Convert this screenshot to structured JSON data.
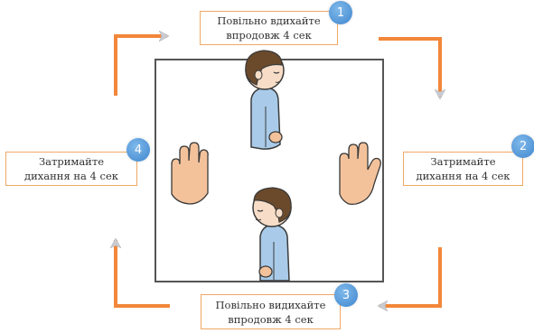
{
  "steps": [
    {
      "number": "1",
      "text": "Повільно вдихайте\nвпродовж 4 сек"
    },
    {
      "number": "2",
      "text": "Затримайте\nдихання на 4 сек"
    },
    {
      "number": "3",
      "text": "Повільно видихайте\nвпродовж 4 сек"
    },
    {
      "number": "4",
      "text": "Затримайте\nдихання на 4 сек"
    }
  ],
  "colors": {
    "arrow": "#f2873a",
    "badge": "#4a8fd4",
    "box_border": "#f0a866",
    "shirt": "#a9cbe9",
    "hair": "#6b4a2b",
    "hand": "#f3c29b"
  }
}
